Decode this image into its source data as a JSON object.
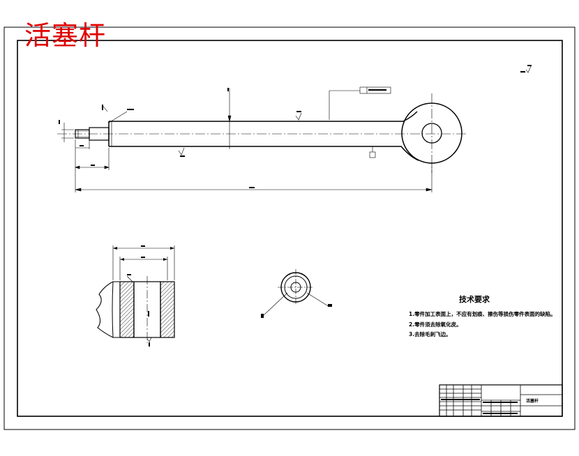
{
  "drawing": {
    "overlay_title": "活塞杆",
    "part_name": "活塞杆",
    "tech_requirements": {
      "heading": "技术要求",
      "items": [
        "1.零件加工表面上，不应有划痕、擦伤等损伤零件表面的缺陷。",
        "2.零件须去除氧化皮。",
        "3.去除毛刺飞边。"
      ]
    },
    "colors": {
      "overlay": "#e00000",
      "line": "#000000",
      "paper": "#ffffff"
    }
  }
}
